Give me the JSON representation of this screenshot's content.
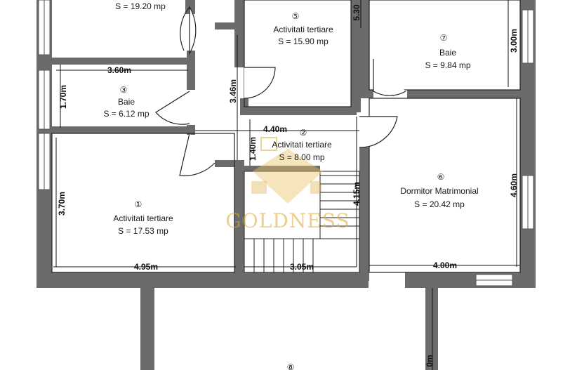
{
  "watermark": "GOLDNESS",
  "colors": {
    "wall": "#6b6b6b",
    "line": "#222222",
    "accent": "#d9a834"
  },
  "rooms": [
    {
      "id": "top-left",
      "number": "",
      "name": "",
      "area": "S = 19.20 mp"
    },
    {
      "id": "r5",
      "number": "⑤",
      "name": "Activitati tertiare",
      "area": "S = 15.90 mp"
    },
    {
      "id": "r7",
      "number": "⑦",
      "name": "Baie",
      "area": "S = 9.84 mp"
    },
    {
      "id": "r3",
      "number": "③",
      "name": "Baie",
      "area": "S = 6.12 mp"
    },
    {
      "id": "r2",
      "number": "②",
      "name": "Activitati tertiare",
      "area": "S = 8.00 mp"
    },
    {
      "id": "r6",
      "number": "⑥",
      "name": "Dormitor Matrimonial",
      "area": "S = 20.42 mp"
    },
    {
      "id": "r1",
      "number": "①",
      "name": "Activitati tertiare",
      "area": "S = 17.53 mp"
    }
  ],
  "dimensions": {
    "d_5_30": "5.30",
    "d_3_00": "3.00m",
    "d_3_60": "3.60m",
    "d_1_70": "1.70m",
    "d_3_46": "3.46m",
    "d_4_40": "4.40m",
    "d_1_40": "1.40m",
    "d_4_60": "4.60m",
    "d_4_15": "4.15m",
    "d_3_70": "3.70m",
    "d_4_95": "4.95m",
    "d_3_05": "3.05m",
    "d_4_00": "4.00m",
    "d_bottom": "0m"
  },
  "bottom_marker": "⑧"
}
